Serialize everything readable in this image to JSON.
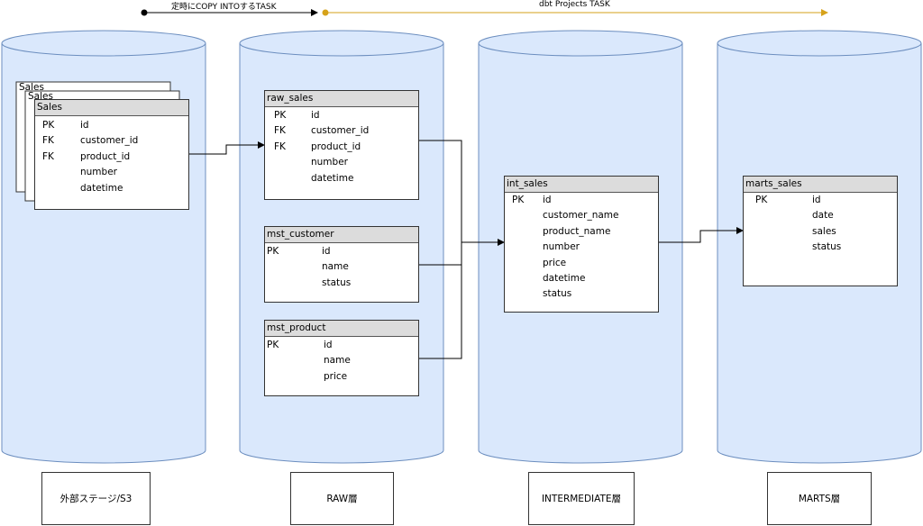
{
  "flow": {
    "copy_task": "定時にCOPY INTOするTASK",
    "dbt_task": "dbt Projects TASK"
  },
  "stages": [
    {
      "label": "外部ステージ/S3"
    },
    {
      "label": "RAW層"
    },
    {
      "label": "INTERMEDIATE層"
    },
    {
      "label": "MARTS層"
    }
  ],
  "s3_stack": {
    "back_titles": [
      "Sales",
      "Sales"
    ],
    "table": {
      "title": "Sales",
      "rows": [
        {
          "key": "PK",
          "col": "id"
        },
        {
          "key": "FK",
          "col": "customer_id"
        },
        {
          "key": "FK",
          "col": "product_id"
        },
        {
          "key": "",
          "col": "number"
        },
        {
          "key": "",
          "col": "datetime"
        }
      ]
    }
  },
  "raw_sales": {
    "title": "raw_sales",
    "rows": [
      {
        "key": "PK",
        "col": "id"
      },
      {
        "key": "FK",
        "col": "customer_id"
      },
      {
        "key": "FK",
        "col": "product_id"
      },
      {
        "key": "",
        "col": "number"
      },
      {
        "key": "",
        "col": "datetime"
      }
    ]
  },
  "mst_customer": {
    "title": "mst_customer",
    "rows": [
      {
        "key": "PK",
        "col": "id"
      },
      {
        "key": "",
        "col": "name"
      },
      {
        "key": "",
        "col": "status"
      }
    ]
  },
  "mst_product": {
    "title": "mst_product",
    "rows": [
      {
        "key": "PK",
        "col": "id"
      },
      {
        "key": "",
        "col": "name"
      },
      {
        "key": "",
        "col": "price"
      }
    ]
  },
  "int_sales": {
    "title": "int_sales",
    "rows": [
      {
        "key": "PK",
        "col": "id"
      },
      {
        "key": "",
        "col": "customer_name"
      },
      {
        "key": "",
        "col": "product_name"
      },
      {
        "key": "",
        "col": "number"
      },
      {
        "key": "",
        "col": "price"
      },
      {
        "key": "",
        "col": "datetime"
      },
      {
        "key": "",
        "col": "status"
      }
    ]
  },
  "marts_sales": {
    "title": "marts_sales",
    "rows": [
      {
        "key": "PK",
        "col": "id"
      },
      {
        "key": "",
        "col": "date"
      },
      {
        "key": "",
        "col": "sales"
      },
      {
        "key": "",
        "col": "status"
      }
    ]
  },
  "colors": {
    "cylinder_fill": "#dae8fc",
    "cylinder_stroke": "#6c8ebf",
    "dbt_arrow": "#d6a21a",
    "line": "#000000"
  }
}
